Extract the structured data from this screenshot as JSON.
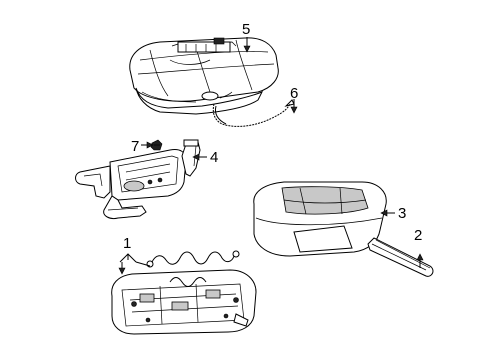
{
  "diagram": {
    "callouts": [
      {
        "id": "1",
        "label": "1"
      },
      {
        "id": "2",
        "label": "2"
      },
      {
        "id": "3",
        "label": "3"
      },
      {
        "id": "4",
        "label": "4"
      },
      {
        "id": "5",
        "label": "5"
      },
      {
        "id": "6",
        "label": "6"
      },
      {
        "id": "7",
        "label": "7"
      }
    ],
    "parts": [
      {
        "callout": "5",
        "icon": "seat-cushion-cover-with-foam-icon"
      },
      {
        "callout": "6",
        "icon": "heater-wire-harness-icon"
      },
      {
        "callout": "7",
        "icon": "clip-fastener-icon"
      },
      {
        "callout": "4",
        "icon": "heater-element-pad-icon"
      },
      {
        "callout": "3",
        "icon": "seat-cushion-pad-icon"
      },
      {
        "callout": "2",
        "icon": "seat-trim-bar-icon"
      },
      {
        "callout": "1",
        "icon": "seat-frame-with-springs-icon"
      }
    ]
  }
}
